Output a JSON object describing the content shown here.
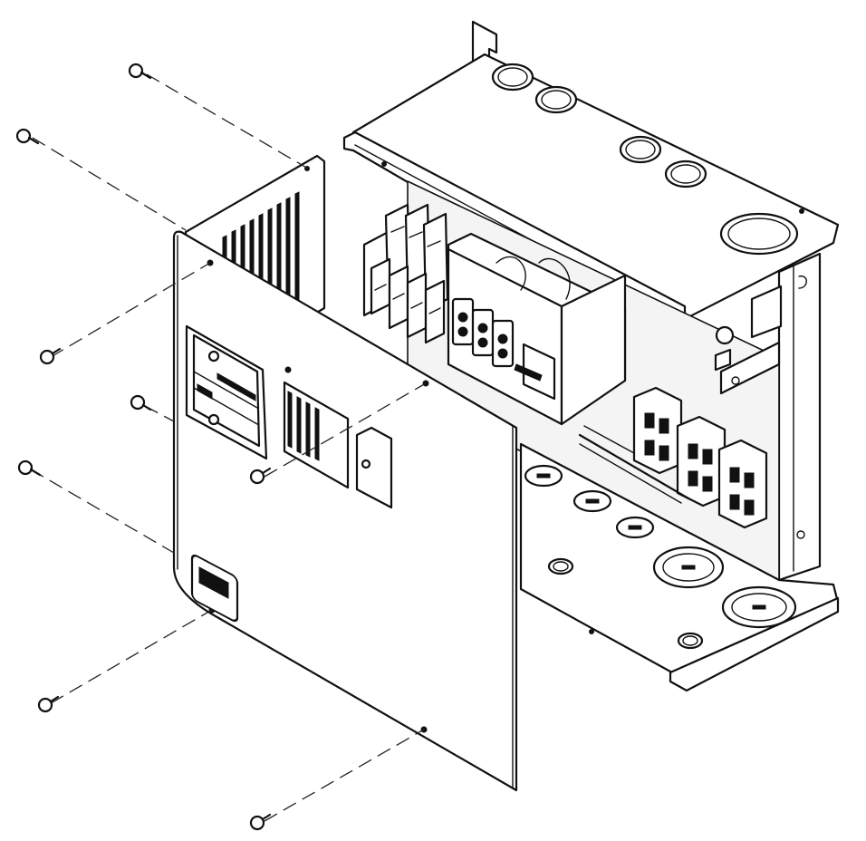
{
  "figure": {
    "kind": "exploded-assembly-line-drawing",
    "parts": [
      {
        "id": "enclosure-box",
        "icon": "enclosure-icon"
      },
      {
        "id": "front-cover",
        "icon": "cover-panel-icon"
      },
      {
        "id": "din-rail-breakers",
        "icon": "breaker-icon"
      },
      {
        "id": "disconnect-switch",
        "icon": "switch-icon"
      },
      {
        "id": "terminal-blocks",
        "icon": "terminal-block-icon"
      },
      {
        "id": "mounting-screws",
        "count": 8,
        "icon": "screw-icon"
      }
    ],
    "colors": {
      "line": "#111111",
      "background": "#ffffff",
      "shade": "#e9e9e9"
    }
  }
}
